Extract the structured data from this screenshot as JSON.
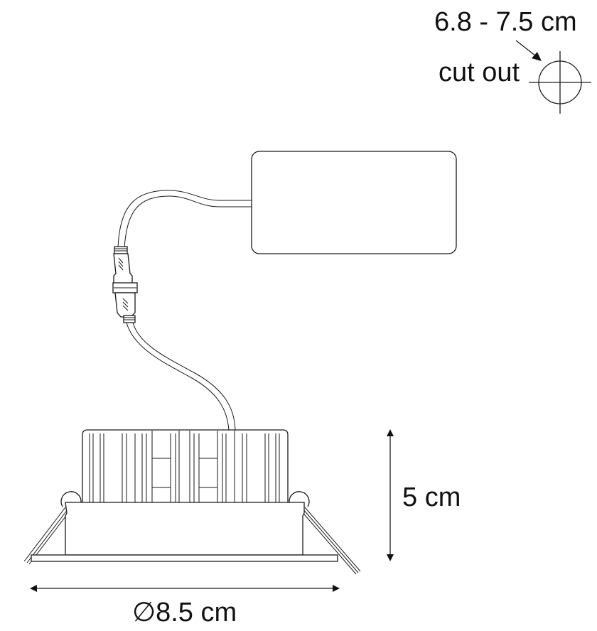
{
  "diagram": {
    "type": "product dimension drawing",
    "subject": "recessed LED downlight with driver",
    "labels": {
      "cutout_dimension": "6.8 - 7.5 cm",
      "cutout_label": "cut out",
      "height": "5 cm",
      "diameter": "∅8.5 cm"
    },
    "parts": [
      "cutout-symbol",
      "driver-box",
      "cable",
      "connector",
      "heatsink",
      "trim-ring",
      "spring-clips"
    ],
    "colors": {
      "line": "#1a1a1a",
      "background": "#ffffff"
    }
  }
}
